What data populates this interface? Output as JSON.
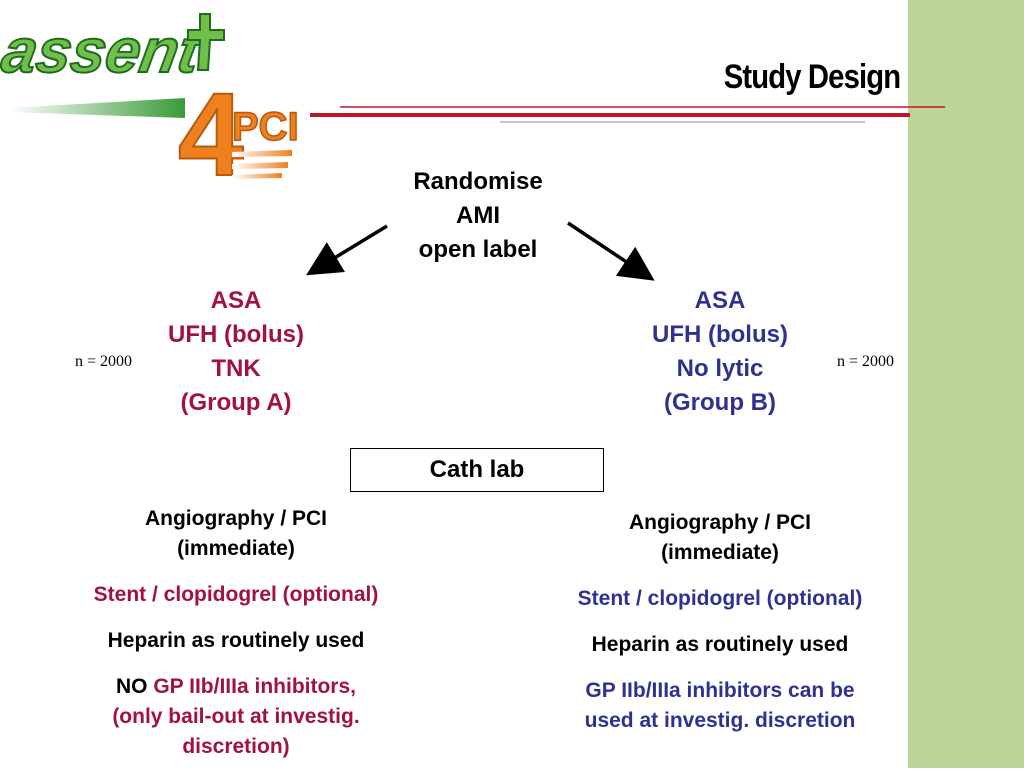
{
  "header": {
    "title": "Study Design",
    "logo_word": "assent",
    "logo_number": "4",
    "logo_suffix": "PCI"
  },
  "randomise": {
    "line1": "Randomise",
    "line2": "AMI",
    "line3": "open label"
  },
  "group_a": {
    "line1": "ASA",
    "line2": "UFH (bolus)",
    "line3": "TNK",
    "line4": "(Group A)",
    "n": "n = 2000"
  },
  "group_b": {
    "line1": "ASA",
    "line2": "UFH (bolus)",
    "line3": "No lytic",
    "line4": "(Group B)",
    "n": "n = 2000"
  },
  "cath_lab": "Cath lab",
  "procedures_a": {
    "angio_line1": "Angiography / PCI",
    "angio_line2": "(immediate)",
    "stent": "Stent / clopidogrel (optional)",
    "heparin": "Heparin as routinely used",
    "gp_prefix": "NO",
    "gp_main": "GP IIb/IIIa inhibitors,",
    "gp_line2": "(only bail-out at investig.",
    "gp_line3": "discretion)"
  },
  "procedures_b": {
    "angio_line1": "Angiography / PCI",
    "angio_line2": "(immediate)",
    "stent": "Stent / clopidogrel (optional)",
    "heparin": "Heparin as routinely used",
    "gp_line1": "GP IIb/IIIa inhibitors can be",
    "gp_line2": "used at investig. discretion"
  },
  "colors": {
    "group_a": "#a3123f",
    "group_b": "#2e3192",
    "sidebar": "#bcd597",
    "logo_green": "#3a9b3a",
    "logo_orange": "#f07f1e",
    "rule_red": "#c0152f"
  }
}
